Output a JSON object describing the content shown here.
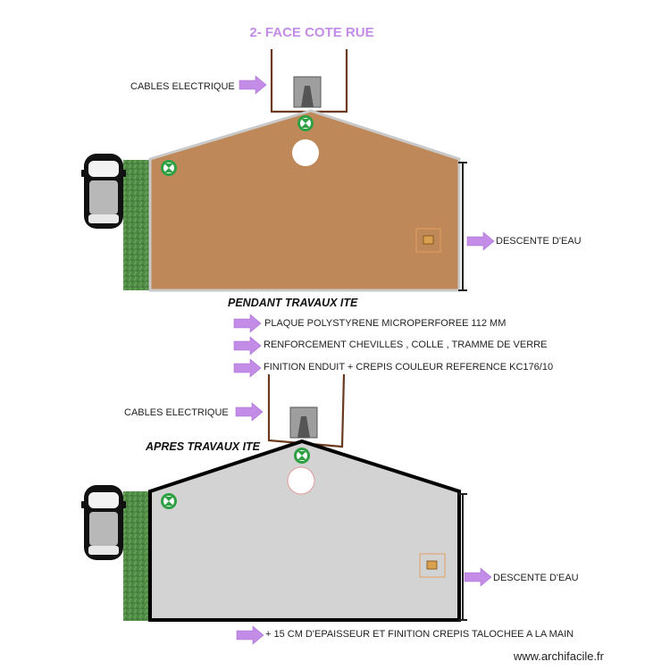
{
  "title": "2- FACE COTE RUE",
  "colors": {
    "title": "#c38ce6",
    "arrow": "#c38ce6",
    "arrow_stroke": "#a86fd4",
    "wall_before": "#bf8858",
    "wall_before_edge": "#c9c9c9",
    "wall_after": "#d3d3d3",
    "wall_after_edge": "#000000",
    "chimney_frame": "#6b3a1e",
    "grass": "#4f8a45",
    "marker": "#2ea043"
  },
  "icons": {
    "arrow": "right-arrow-icon",
    "marker": "light-point-icon",
    "car": "car-icon",
    "box": "junction-box-icon"
  },
  "before": {
    "cables_label": "CABLES ELECTRIQUE",
    "downpipe_label": "DESCENTE D'EAU",
    "state_label": "PENDANT TRAVAUX ITE"
  },
  "notes": [
    "PLAQUE POLYSTYRENE MICROPERFOREE 112 MM",
    "RENFORCEMENT CHEVILLES , COLLE , TRAMME DE VERRE",
    "FINITION ENDUIT + CREPIS COULEUR REFERENCE KC176/10"
  ],
  "after": {
    "cables_label": "CABLES ELECTRIQUE",
    "state_label": "APRES TRAVAUX ITE",
    "downpipe_label": "DESCENTE D'EAU",
    "thickness_note": "+ 15 CM D'EPAISSEUR ET FINITION CREPIS TALOCHEE A LA MAIN"
  },
  "watermark": "www.archifacile.fr"
}
